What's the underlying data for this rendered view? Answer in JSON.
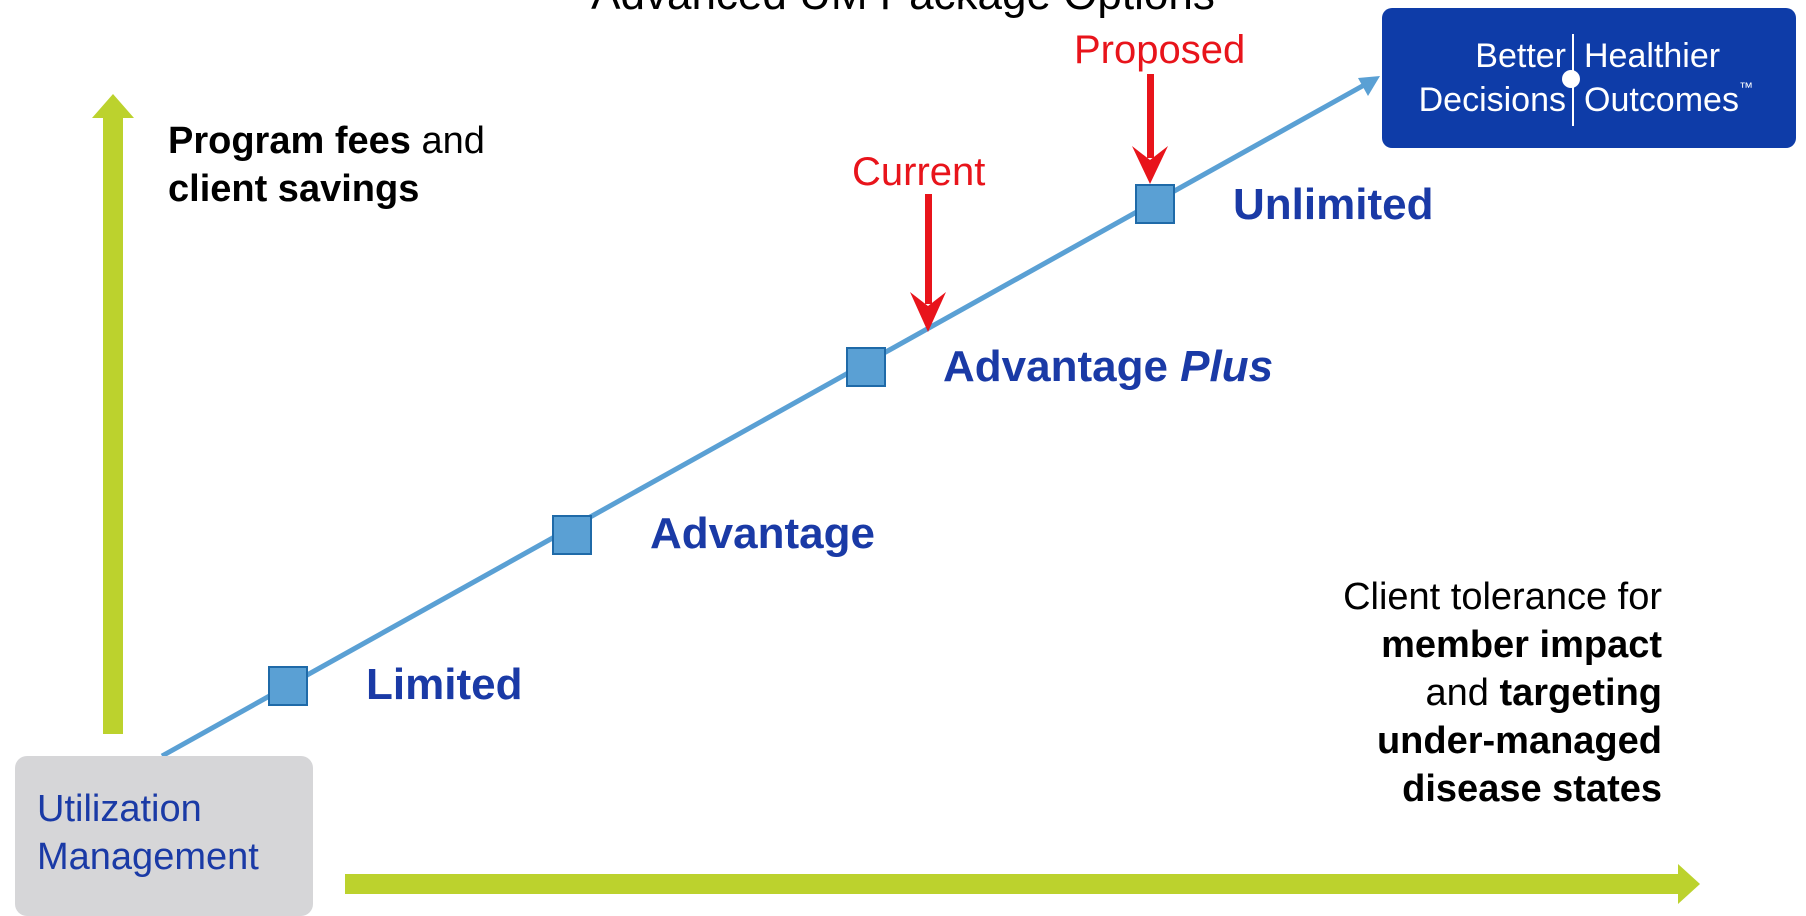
{
  "title": "Advanced UM Package Options",
  "y_axis": {
    "line1_bold": "Program fees",
    "line1_rest": " and",
    "line2_bold": "client savings"
  },
  "x_axis": {
    "line1": "Client tolerance for",
    "line2_bold": "member impact",
    "line3_pre": "and ",
    "line3_bold": "targeting",
    "line4_bold": "under-managed",
    "line5_bold": "disease states"
  },
  "origin": {
    "line1": "Utilization",
    "line2": "Management"
  },
  "tiers": [
    {
      "id": "limited",
      "label": "Limited",
      "italic_suffix": ""
    },
    {
      "id": "advantage",
      "label": "Advantage",
      "italic_suffix": ""
    },
    {
      "id": "advantage-plus",
      "label": "Advantage ",
      "italic_suffix": "Plus"
    },
    {
      "id": "unlimited",
      "label": "Unlimited",
      "italic_suffix": ""
    }
  ],
  "markers": {
    "current": "Current",
    "proposed": "Proposed"
  },
  "logo": {
    "left_line1": "Better",
    "left_line2": "Decisions",
    "right_line1": "Healthier",
    "right_line2": "Outcomes",
    "tm": "™"
  },
  "colors": {
    "axis_green": "#bcd22d",
    "line_blue": "#5aa0d4",
    "tier_blue": "#1a3aa6",
    "marker_red": "#e8141b",
    "logo_blue": "#0e3ca8",
    "origin_gray": "#d6d6d8"
  }
}
